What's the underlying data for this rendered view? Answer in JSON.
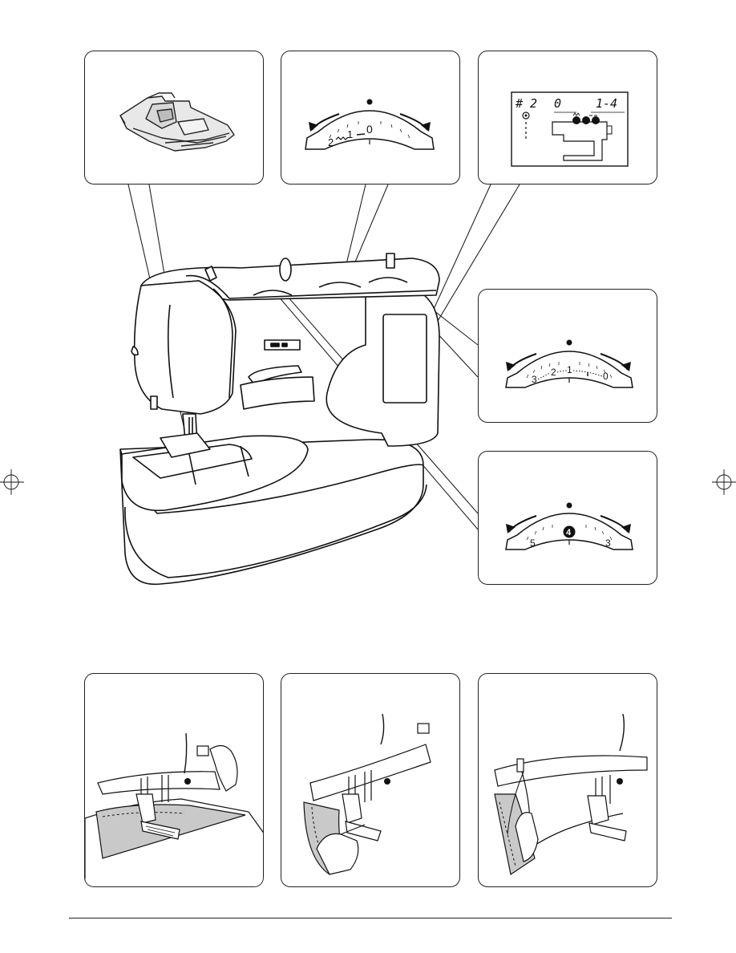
{
  "dial_stitch_width": {
    "labels": [
      "2",
      "1",
      "0"
    ]
  },
  "lcd_display": {
    "pattern_label": "#",
    "pattern_number": "2",
    "width_value": "0",
    "length_value": "1-4"
  },
  "dial_stitch_length": {
    "labels": [
      "3",
      "2",
      "1",
      "0"
    ]
  },
  "dial_tension": {
    "labels": [
      "5",
      "4",
      "3"
    ],
    "selected": "4"
  },
  "colors": {
    "line": "#222222",
    "fabric": "#c9c9c9",
    "background": "#ffffff"
  }
}
